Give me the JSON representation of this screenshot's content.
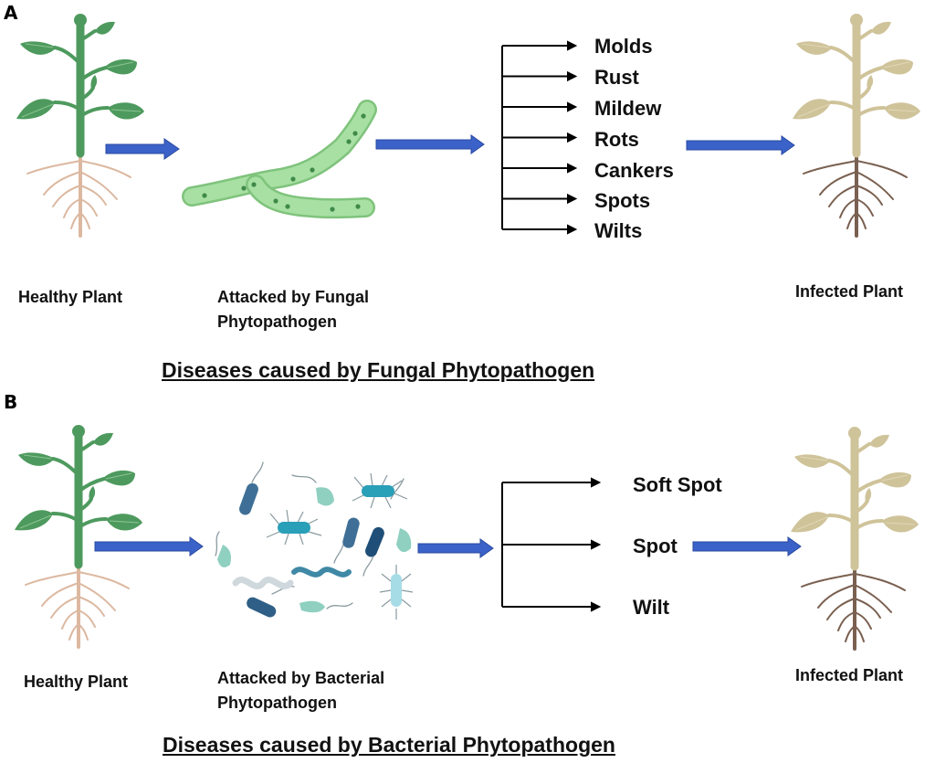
{
  "panels": [
    {
      "letter": "A",
      "healthy_label": "Healthy Plant",
      "attack_label_line1": "Attacked by Fungal",
      "attack_label_line2": "Phytopathogen",
      "infected_label": "Infected Plant",
      "title": "Diseases caused by Fungal Phytopathogen",
      "pathogen_icon": "fungal-hyphae-icon",
      "diseases": [
        "Molds",
        "Rust",
        "Mildew",
        "Rots",
        "Cankers",
        "Spots",
        "Wilts"
      ]
    },
    {
      "letter": "B",
      "healthy_label": "Healthy Plant",
      "attack_label_line1": "Attacked by Bacterial",
      "attack_label_line2": "Phytopathogen",
      "infected_label": "Infected Plant",
      "title": "Diseases caused by Bacterial Phytopathogen",
      "pathogen_icon": "bacteria-cluster-icon",
      "diseases": [
        "Soft Spot",
        "Spot",
        "Wilt"
      ]
    }
  ],
  "colors": {
    "arrow_blue": "#3a62c8",
    "healthy_green": "#4e9a5e",
    "healthy_root": "#dcb8a0",
    "infected_tan": "#cfc39a",
    "infected_root": "#7a6050",
    "hyphae_green": "#9ed89a"
  }
}
